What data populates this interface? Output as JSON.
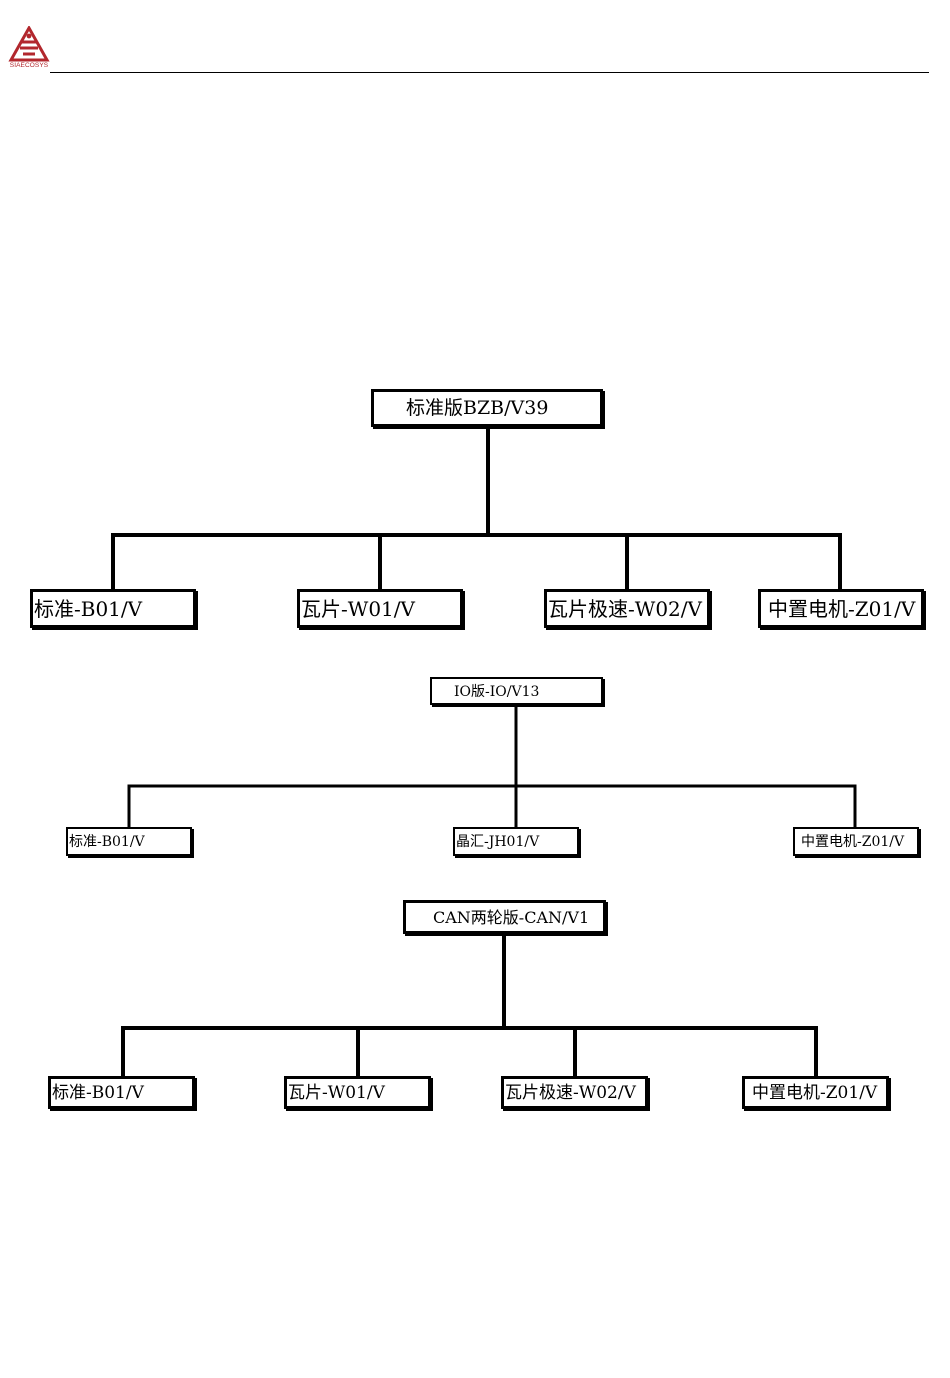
{
  "header": {
    "logo_text": "SIAECOSYS",
    "brand_color": "#b2272d"
  },
  "diagrams": [
    {
      "root": "标准版BZB/V39",
      "children": [
        "标准-B01/V",
        "瓦片-W01/V",
        "瓦片极速-W02/V",
        "中置电机-Z01/V"
      ]
    },
    {
      "root": "IO版-IO/V13",
      "children": [
        "标准-B01/V",
        "晶汇-JH01/V",
        "中置电机-Z01/V"
      ]
    },
    {
      "root": "CAN两轮版-CAN/V1",
      "children": [
        "标准-B01/V",
        "瓦片-W01/V",
        "瓦片极速-W02/V",
        "中置电机-Z01/V"
      ]
    }
  ]
}
